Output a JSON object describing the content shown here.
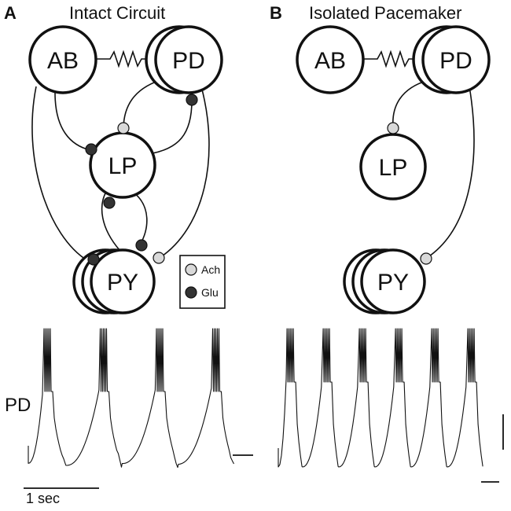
{
  "panels": [
    {
      "letter": "A",
      "title": "Intact Circuit",
      "nodes": {
        "ab": "AB",
        "pd": "PD",
        "lp": "LP",
        "py": "PY"
      }
    },
    {
      "letter": "B",
      "title": "Isolated Pacemaker",
      "nodes": {
        "ab": "AB",
        "pd": "PD",
        "lp": "LP",
        "py": "PY"
      }
    }
  ],
  "legend": {
    "ach_label": "Ach",
    "glu_label": "Glu",
    "ach_color": "#d9d9d9",
    "glu_color": "#333333"
  },
  "traces": {
    "label": "PD",
    "time_scale_label": "1 sec",
    "bursts_intact": 4,
    "bursts_isolated": 6
  }
}
